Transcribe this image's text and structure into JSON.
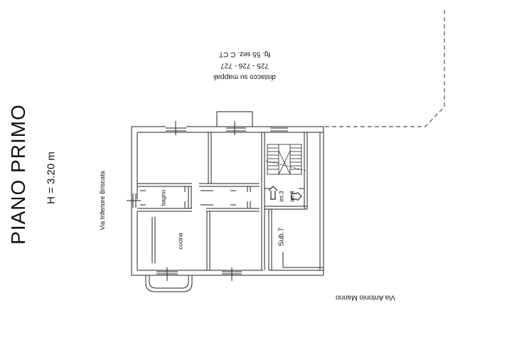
{
  "title": "PIANO PRIMO",
  "height_label": "H = 3.20 m",
  "street_left": "Via Inferiore Briscata",
  "street_bottom": "Via Antonio Manno",
  "detachment_note": {
    "line1": "distacco su mappali",
    "line2": "725 - 726 - 727",
    "line3": "fg. 55 sez. C CT"
  },
  "rooms": {
    "bagno": "bagno",
    "cucina": "cucina"
  },
  "sub_label": "Sub.7",
  "int3": "int.3",
  "int4": "int.4"
}
